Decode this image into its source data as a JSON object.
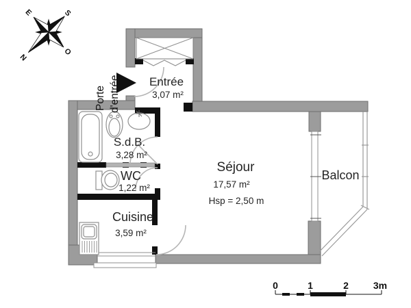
{
  "compass": {
    "n": "N",
    "e": "E",
    "s": "S",
    "o": "O"
  },
  "entrance": {
    "door_label_line1": "Porte",
    "door_label_line2": "d'entrée"
  },
  "rooms": {
    "entree": {
      "name": "Entrée",
      "area": "3,07 m²"
    },
    "sdb": {
      "name": "S.d.B.",
      "area": "3,28 m²"
    },
    "wc": {
      "name": "WC",
      "area": "1,22 m²"
    },
    "cuisine": {
      "name": "Cuisine",
      "area": "3,59 m²"
    },
    "sejour": {
      "name": "Séjour",
      "area": "17,57 m²",
      "ceiling": "Hsp = 2,50 m"
    },
    "balcon": {
      "name": "Balcon"
    }
  },
  "scale_bar": {
    "labels": [
      "0",
      "1",
      "2",
      "3m"
    ]
  },
  "colors": {
    "wall": "#9c9c9c",
    "partition": "#111111",
    "door_arc": "#b5b5b5",
    "text": "#222222"
  }
}
